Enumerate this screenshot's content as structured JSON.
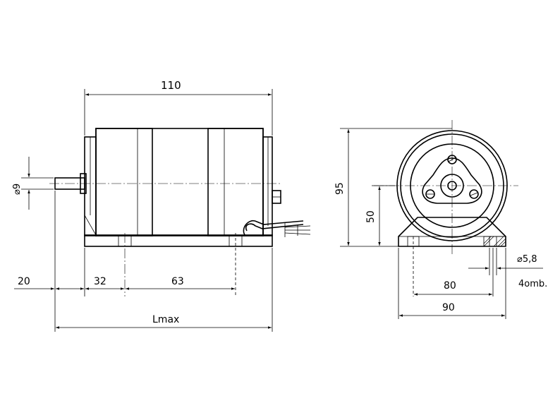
{
  "drawing": {
    "side_view": {
      "overall_width": "110",
      "shaft_diameter": "⌀9",
      "shaft_length": "20",
      "dim_32": "32",
      "dim_63": "63",
      "overall_length": "Lmax"
    },
    "front_view": {
      "height": "95",
      "axis_height": "50",
      "hole_diameter": "⌀5,8",
      "hole_spacing": "80",
      "base_width": "90",
      "hole_count": "4omb."
    }
  }
}
